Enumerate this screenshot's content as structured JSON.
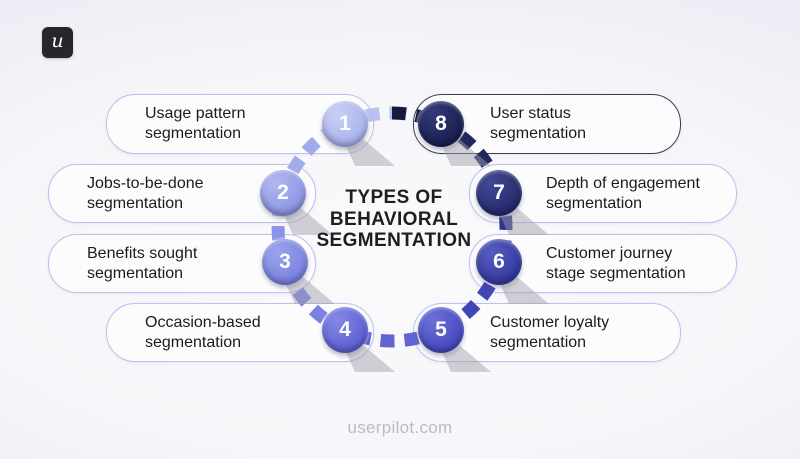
{
  "brand": {
    "logo_letter": "u"
  },
  "title": {
    "lines": [
      "TYPES OF",
      "BEHAVIORAL",
      "SEGMENTATION"
    ],
    "color": "#1e1e21"
  },
  "footer": {
    "website": "userpilot.com"
  },
  "ring": {
    "segment_colors": [
      "#16193f",
      "#23265e",
      "#2f338c",
      "#4347b6",
      "#6165d4",
      "#7a81e0",
      "#8b93e6",
      "#a2abe9",
      "#b7c0f1"
    ]
  },
  "items": [
    {
      "number": "1",
      "label": "Usage pattern segmentation",
      "label_lines": [
        "Usage pattern",
        "segmentation"
      ],
      "circle_color": "#a9b3ec",
      "circle_color_light": "#c9cff6",
      "pill_border": "#b9c1ef"
    },
    {
      "number": "2",
      "label": "Jobs-to-be-done segmentation",
      "label_lines": [
        "Jobs-to-be-done",
        "segmentation"
      ],
      "circle_color": "#8d96e5",
      "circle_color_light": "#b0b8f0",
      "pill_border": "#b9c1ef"
    },
    {
      "number": "3",
      "label": "Benefits sought segmentation",
      "label_lines": [
        "Benefits sought",
        "segmentation"
      ],
      "circle_color": "#7a82e0",
      "circle_color_light": "#9ba3ec",
      "pill_border": "#b9c1ef"
    },
    {
      "number": "4",
      "label": "Occasion-based segmentation",
      "label_lines": [
        "Occasion-based",
        "segmentation"
      ],
      "circle_color": "#5d61d3",
      "circle_color_light": "#8488e5",
      "pill_border": "#b9c1ef"
    },
    {
      "number": "5",
      "label": "Customer loyalty segmentation",
      "label_lines": [
        "Customer loyalty",
        "segmentation"
      ],
      "circle_color": "#4549c0",
      "circle_color_light": "#6d71d8",
      "pill_border": "#b9c1ef"
    },
    {
      "number": "6",
      "label": "Customer journey stage segmentation",
      "label_lines": [
        "Customer journey",
        "stage segmentation"
      ],
      "circle_color": "#343a9e",
      "circle_color_light": "#565cc0",
      "pill_border": "#b9c1ef"
    },
    {
      "number": "7",
      "label": "Depth of engagement segmentation",
      "label_lines": [
        "Depth of engagement",
        "segmentation"
      ],
      "circle_color": "#242a6a",
      "circle_color_light": "#434a96",
      "pill_border": "#b9c1ef"
    },
    {
      "number": "8",
      "label": "User status segmentation",
      "label_lines": [
        "User status",
        "segmentation"
      ],
      "circle_color": "#1a1e4f",
      "circle_color_light": "#343a78",
      "pill_border": "#3b3e52"
    }
  ]
}
